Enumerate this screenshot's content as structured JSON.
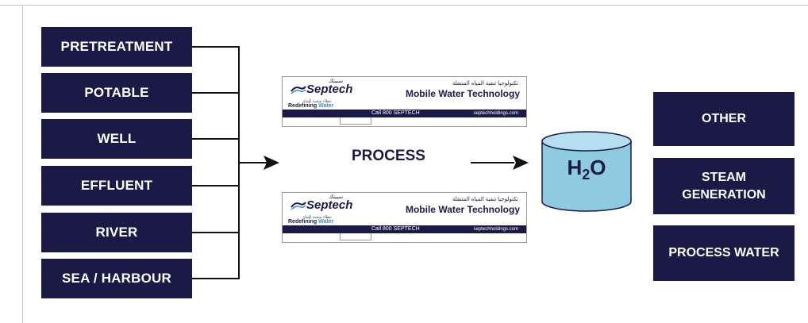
{
  "sources": [
    {
      "label": "PRETREATMENT"
    },
    {
      "label": "POTABLE"
    },
    {
      "label": "WELL"
    },
    {
      "label": "EFFLUENT"
    },
    {
      "label": "RIVER"
    },
    {
      "label": "SEA / HARBOUR"
    }
  ],
  "process": {
    "label": "PROCESS"
  },
  "units": [
    {
      "brand": "Septech",
      "arabic_brand": "سيبتك",
      "arabic_tag": "عطاء متجدد للماء",
      "tagline_prefix": "Redefining ",
      "tagline_accent": "Water",
      "arabic_title": "تكنولوجيا تنقية المياه المتنقلة",
      "title": "Mobile Water Technology",
      "call": "Call 800 SEPTECH",
      "website": "septechholdings.com"
    },
    {
      "brand": "Septech",
      "arabic_brand": "سيبتك",
      "arabic_tag": "عطاء متجدد للماء",
      "tagline_prefix": "Redefining ",
      "tagline_accent": "Water",
      "arabic_title": "تكنولوجيا تنقية المياه المتنقلة",
      "title": "Mobile Water Technology",
      "call": "Call 800 SEPTECH",
      "website": "septechholdings.com"
    }
  ],
  "tank": {
    "base": "H",
    "subscript": "2",
    "suffix": "O"
  },
  "outputs": [
    {
      "line1": "OTHER",
      "line2": ""
    },
    {
      "line1": "STEAM",
      "line2": "GENERATION"
    },
    {
      "line1": "PROCESS WATER",
      "line2": ""
    }
  ],
  "colors": {
    "navy": "#1b1a47",
    "tank_fill": "#8ecae0",
    "tank_top": "#b5dff0",
    "accent_blue": "#3a8fc8",
    "line": "#111111"
  }
}
